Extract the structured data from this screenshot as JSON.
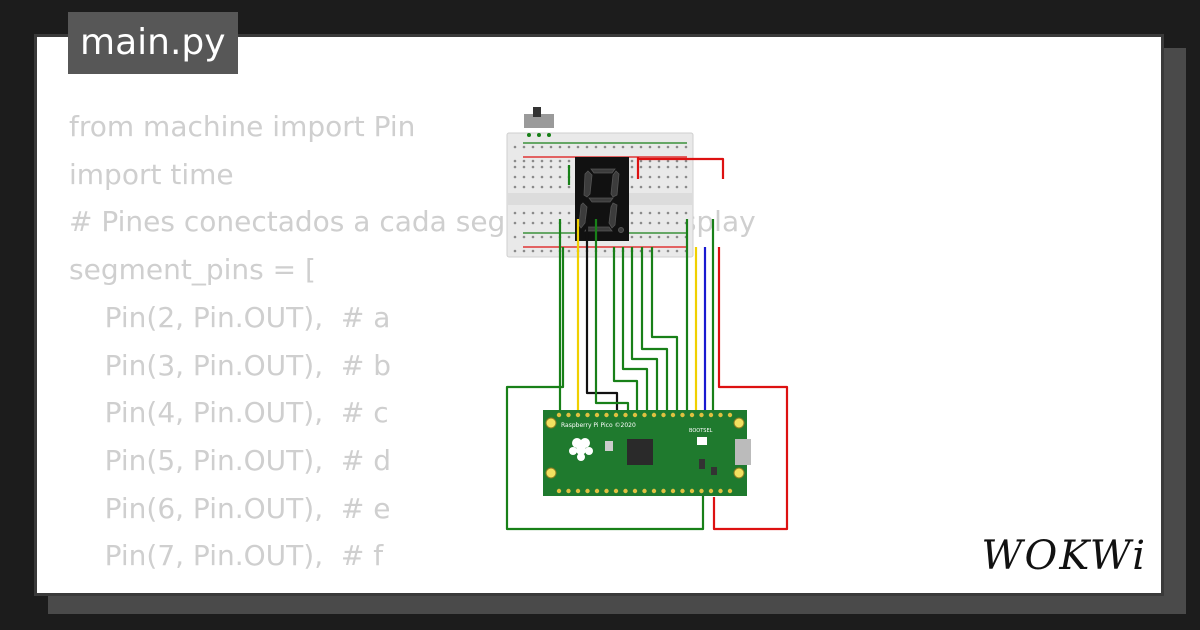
{
  "editor": {
    "file_tab": "main.py",
    "code_lines": [
      "from machine import Pin",
      "import time",
      "",
      "# Pines conectados a cada segmento del display",
      "segment_pins = [",
      "    Pin(2, Pin.OUT),  # a",
      "    Pin(3, Pin.OUT),  # b",
      "    Pin(4, Pin.OUT),  # c",
      "    Pin(5, Pin.OUT),  # d",
      "    Pin(6, Pin.OUT),  # e",
      "    Pin(7, Pin.OUT),  # f"
    ]
  },
  "board": {
    "label": "Raspberry Pi Pico ©2020",
    "bootsel": "BOOTSEL"
  },
  "brand": {
    "logo_text": "WOKWi"
  },
  "colors": {
    "background": "#1c1c1c",
    "card": "#ffffff",
    "tab": "#575757",
    "code_text": "#cfcfcf",
    "pico_green": "#1f7a2e",
    "wire_green": "#188018",
    "wire_red": "#dd1111",
    "wire_yellow": "#f0d000",
    "wire_black": "#111111",
    "wire_blue": "#1a1ad0"
  }
}
